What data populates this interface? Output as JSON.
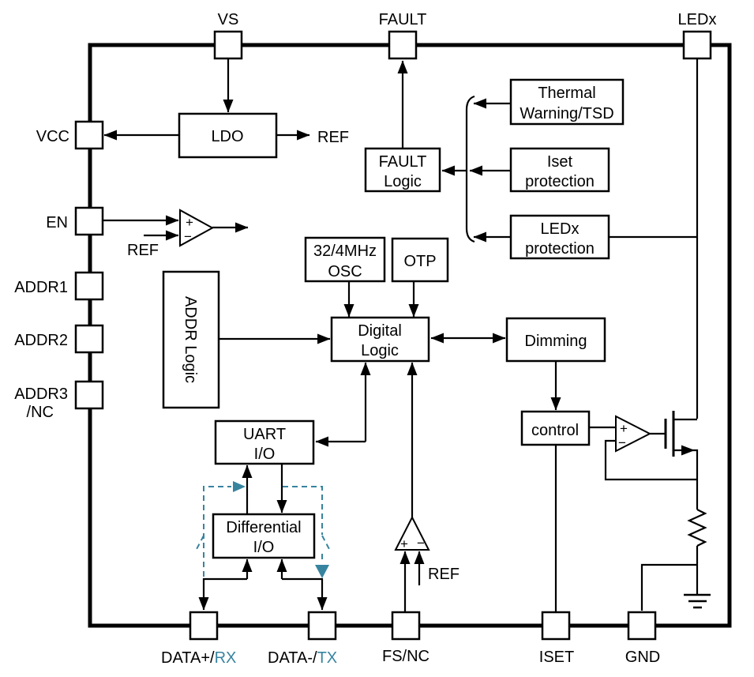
{
  "diagram": {
    "colors": {
      "accent_blue": "#37849F",
      "line": "#000000",
      "background": "#FFFFFF"
    },
    "pins": {
      "vs": "VS",
      "fault": "FAULT",
      "ledx": "LEDx",
      "vcc": "VCC",
      "en": "EN",
      "addr1": "ADDR1",
      "addr2": "ADDR2",
      "addr3_line1": "ADDR3",
      "addr3_line2": "/NC",
      "data_plus_black": "DATA+/",
      "data_plus_blue": "RX",
      "data_minus_black": "DATA-/",
      "data_minus_blue": "TX",
      "fs": "FS/NC",
      "iset": "ISET",
      "gnd": "GND"
    },
    "blocks": {
      "ldo": "LDO",
      "fault_logic_line1": "FAULT",
      "fault_logic_line2": "Logic",
      "thermal_line1": "Thermal",
      "thermal_line2": "Warning/TSD",
      "iset_prot_line1": "Iset",
      "iset_prot_line2": "protection",
      "ledx_prot_line1": "LEDx",
      "ledx_prot_line2": "protection",
      "osc_line1": "32/4MHz",
      "osc_line2": "OSC",
      "otp": "OTP",
      "digital_line1": "Digital",
      "digital_line2": "Logic",
      "dimming": "Dimming",
      "addr_logic": "ADDR Logic",
      "uart_line1": "UART",
      "uart_line2": "I/O",
      "diff_line1": "Differential",
      "diff_line2": "I/O",
      "control": "control"
    },
    "labels": {
      "ref_ldo": "REF",
      "ref_en": "REF",
      "ref_fs": "REF",
      "plus": "+",
      "minus": "−"
    }
  }
}
